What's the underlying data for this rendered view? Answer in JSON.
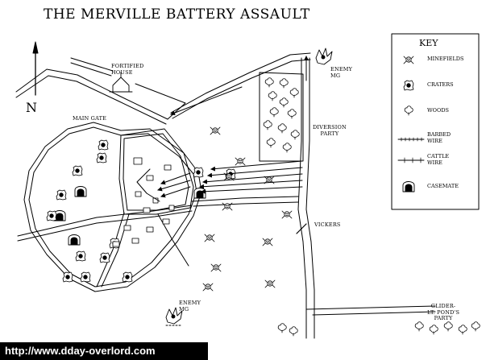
{
  "title": "THE MERVILLE BATTERY ASSAULT",
  "north_label": "N",
  "labels": {
    "fortified_house": "FORTIFIED\nHOUSE",
    "main_gate": "MAIN GATE",
    "enemy_mg_top": "ENEMY\nMG",
    "diversion_party": "DIVERSION\nPARTY",
    "vickers": "VICKERS",
    "enemy_mg_bottom": "ENEMY\nMG",
    "glider_party": "GLIDER-\nLT. POND'S\nPARTY"
  },
  "key": {
    "title": "KEY",
    "items": [
      {
        "label": "MINEFIELDS",
        "icon": "minefield-icon"
      },
      {
        "label": "CRATERS",
        "icon": "crater-icon"
      },
      {
        "label": "WOODS",
        "icon": "woods-icon"
      },
      {
        "label": "BARBED\nWIRE",
        "icon": "barbed-wire-icon"
      },
      {
        "label": "CATTLE\nWIRE",
        "icon": "cattle-wire-icon"
      },
      {
        "label": "CASEMATE",
        "icon": "casemate-icon"
      }
    ]
  },
  "url": "http://www.dday-overlord.com"
}
